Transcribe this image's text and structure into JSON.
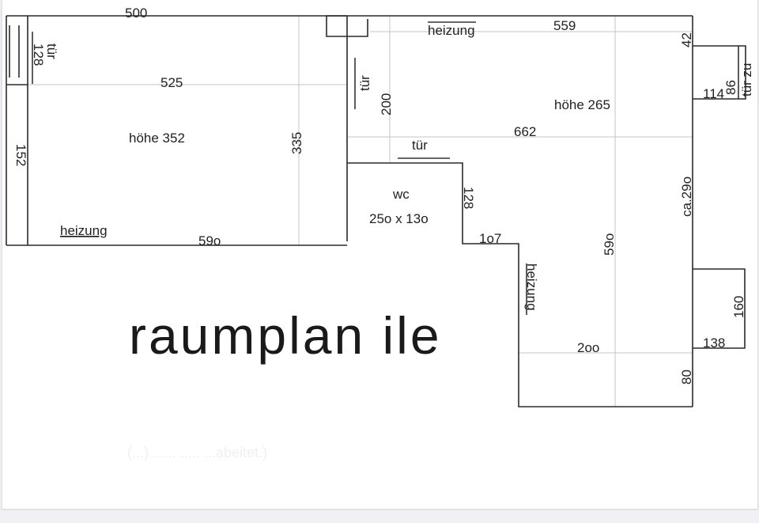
{
  "title": "raumplan ile",
  "faded_caption": "(...) ...... ..... ...abeitet.)",
  "colors": {
    "wall": "#2a2a2a",
    "guide": "#c4c4c4",
    "text": "#222222",
    "page_bg": "#ffffff",
    "frame_bg": "#f1f0f5"
  },
  "left_room": {
    "top_width": "500",
    "inner_width": "525",
    "height_label": "höhe 352",
    "depth": "335",
    "side": "152",
    "bottom_width": "59o",
    "heater": "heizung",
    "door_label": "tür",
    "door_width": "128"
  },
  "right_room": {
    "heater_top": "heizung",
    "top_width": "559",
    "top_right": "42",
    "height_label": "höhe 265",
    "width_mid": "662",
    "door_left": "tür",
    "depth_200": "200",
    "door_wc": "tür",
    "right_side": "ca.29o",
    "depth_long": "59o",
    "heater_side": "heizung",
    "bottom_width": "2oo",
    "bottom_right": "80"
  },
  "wc": {
    "name": "wc",
    "size": "25o x 13o",
    "side": "128",
    "step": "1o7"
  },
  "annex_top": {
    "width": "114",
    "depth": "86",
    "door": "tür zu"
  },
  "annex_bottom": {
    "width": "138",
    "depth": "160"
  }
}
